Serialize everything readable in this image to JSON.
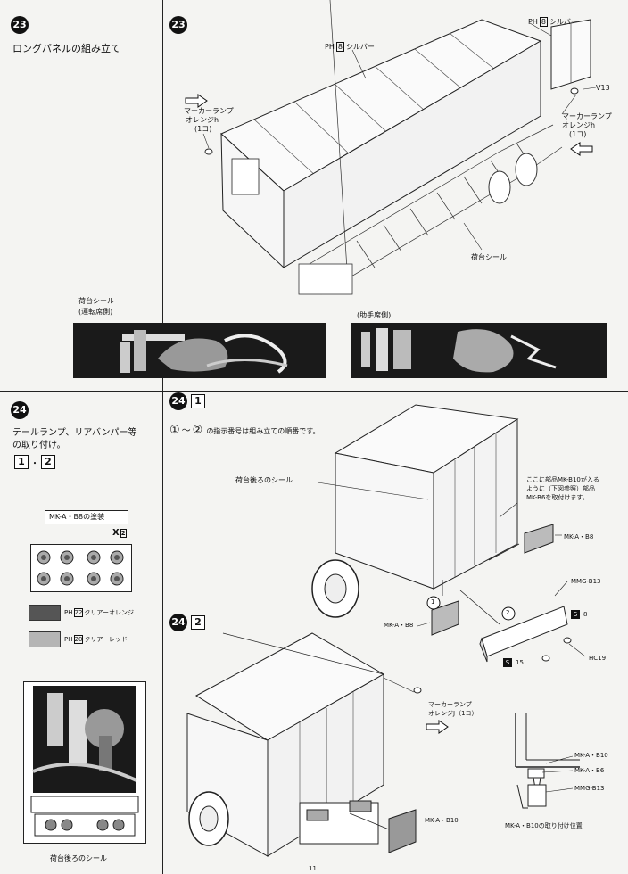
{
  "step23": {
    "num": "23",
    "title": "ロングパネルの組み立て",
    "diagram_num": "23",
    "label_silver_top": "シルバー",
    "label_ph_top": "PH",
    "label_ph_num_top": "8",
    "label_silver_right": "シルバー",
    "label_ph_right": "PH",
    "label_ph_num_right": "8",
    "label_v13": "V13",
    "marker_left_1": "マーカーランプ",
    "marker_left_2": "オレンジh",
    "marker_left_3": "(1コ)",
    "marker_right_1": "マーカーランプ",
    "marker_right_2": "オレンジh",
    "marker_right_3": "(1コ)",
    "label_deck_seal": "荷台シール",
    "seal_left_title_1": "荷台シール",
    "seal_left_title_2": "(運転席側)",
    "seal_right_title": "(助手席側)"
  },
  "step24": {
    "num": "24",
    "title_1": "テールランプ、リアバンパー等",
    "title_2": "の取り付け。",
    "order_box_1": "1",
    "order_dot": "・",
    "order_box_2": "2",
    "paint_title": "MK-A・B8の塗装",
    "paint_mark": "X",
    "paint_mark_num": "2",
    "color1_ph": "PH",
    "color1_num": "22",
    "color1_name": "クリアーオレンジ",
    "color2_ph": "PH",
    "color2_num": "20",
    "color2_name": "クリアーレッド",
    "rear_seal_caption": "荷台後ろのシール",
    "diagram1_step": "24",
    "diagram1_box": "1",
    "order_note_from": "①",
    "order_note_tilde": "～",
    "order_note_to": "②",
    "order_note_text": "の指示番号は組み立ての順番です。",
    "rear_seal_label": "荷台後ろのシール",
    "note_line1": "ここに部品MK-B10が入る",
    "note_line2": "ように（下図参照）部品",
    "note_line3": "MK-B6を取付けます。",
    "label_mka_b8_right": "MK-A・B8",
    "label_mmg_b13": "MMG-B13",
    "label_s": "S",
    "label_s8": "8",
    "label_mka_b8_left": "MK-A・B8",
    "circle_1": "1",
    "circle_2": "2",
    "label_hc19": "HC19",
    "label_s15": "15",
    "diagram2_step": "24",
    "diagram2_box": "2",
    "marker2_1": "マーカーランプ",
    "marker2_2": "オレンジJ（1コ）",
    "label_mka_b10": "MK-A・B10",
    "detail_b10": "MK-A・B10",
    "detail_b6": "MK-A・B6",
    "detail_b13": "MMG-B13",
    "detail_caption": "MK-A・B10の取り付け位置"
  },
  "page_number": "11"
}
